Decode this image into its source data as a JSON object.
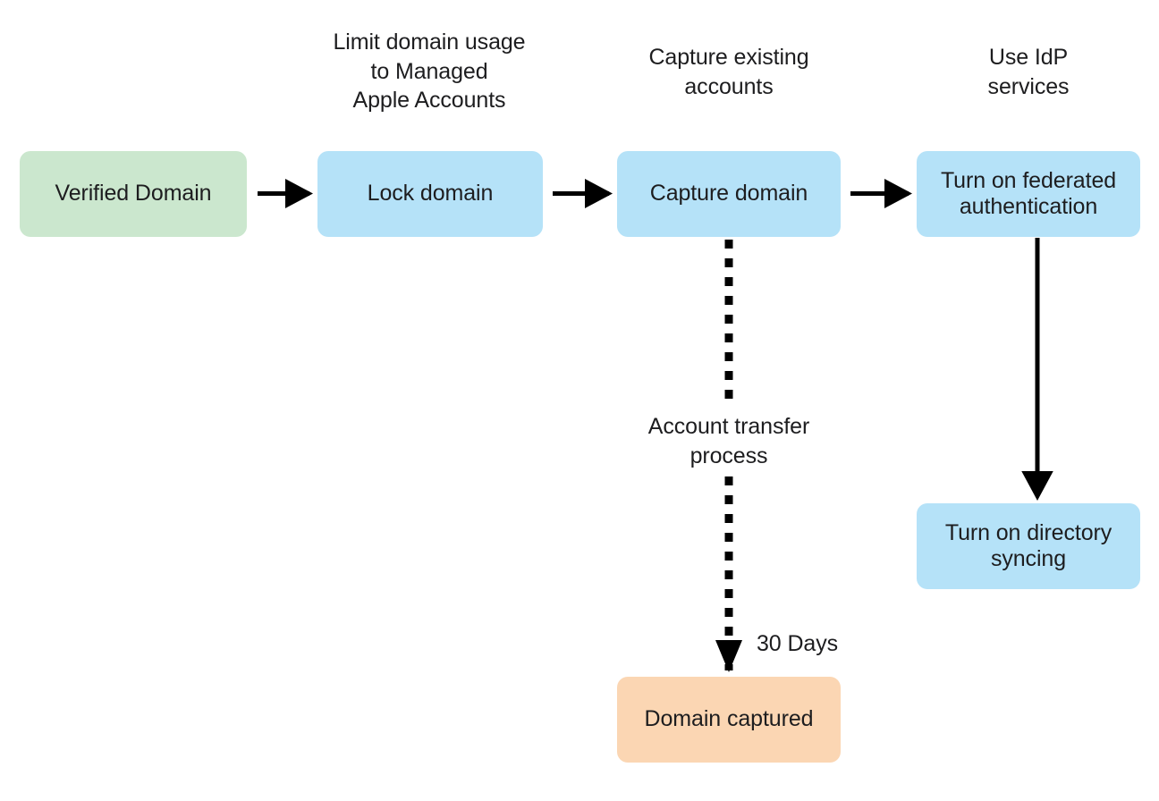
{
  "diagram": {
    "title": "Domain capture and federated authentication flow",
    "background": "#ffffff",
    "colors": {
      "green_fill": "#cbe7ce",
      "blue_fill": "#b5e2f8",
      "orange_fill": "#fbd6b3",
      "stroke": "#000000",
      "text": "#1d1d1f"
    },
    "captions": [
      {
        "id": "caption-lock-domain",
        "text": "Limit domain usage\nto Managed\nApple Accounts"
      },
      {
        "id": "caption-capture-domain",
        "text": "Capture existing\naccounts"
      },
      {
        "id": "caption-federated-auth",
        "text": "Use IdP\nservices"
      }
    ],
    "nodes": [
      {
        "id": "verified-domain",
        "label": "Verified Domain",
        "color": "green"
      },
      {
        "id": "lock-domain",
        "label": "Lock domain",
        "color": "blue"
      },
      {
        "id": "capture-domain",
        "label": "Capture domain",
        "color": "blue"
      },
      {
        "id": "federated-authentication",
        "label": "Turn on federated\nauthentication",
        "color": "blue"
      },
      {
        "id": "directory-syncing",
        "label": "Turn on directory\nsyncing",
        "color": "blue"
      },
      {
        "id": "domain-captured",
        "label": "Domain captured",
        "color": "orange"
      }
    ],
    "edges": [
      {
        "id": "edge-verified-to-lock",
        "from": "verified-domain",
        "to": "lock-domain",
        "style": "solid",
        "label": ""
      },
      {
        "id": "edge-lock-to-capture",
        "from": "lock-domain",
        "to": "capture-domain",
        "style": "solid",
        "label": ""
      },
      {
        "id": "edge-capture-to-federated",
        "from": "capture-domain",
        "to": "federated-authentication",
        "style": "solid",
        "label": ""
      },
      {
        "id": "edge-federated-to-syncing",
        "from": "federated-authentication",
        "to": "directory-syncing",
        "style": "solid",
        "label": ""
      },
      {
        "id": "edge-capture-to-captured",
        "from": "capture-domain",
        "to": "domain-captured",
        "style": "dashed",
        "label": "Account transfer\nprocess",
        "end_label": "30 Days"
      }
    ]
  }
}
